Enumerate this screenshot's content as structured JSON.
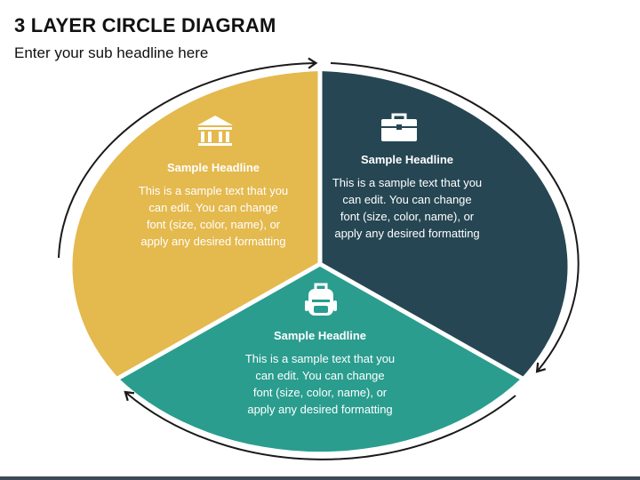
{
  "header": {
    "title": "3 LAYER CIRCLE DIAGRAM",
    "subtitle": "Enter your sub headline here"
  },
  "segments": [
    {
      "headline": "Sample Headline",
      "body": "This is a sample text that you can edit. You can change font (size, color, name), or apply any desired formatting",
      "color": "#e4b94e",
      "icon": "bank-icon"
    },
    {
      "headline": "Sample Headline",
      "body": "This is a sample text that you can edit. You can change font (size, color, name), or apply any desired formatting",
      "color": "#264653",
      "icon": "briefcase-icon"
    },
    {
      "headline": "Sample Headline",
      "body": "This is a sample text that you can edit. You can change font (size, color, name), or apply any desired formatting",
      "color": "#2a9d8f",
      "icon": "backpack-icon"
    }
  ],
  "colors": {
    "arrow": "#1a1a1a",
    "footer_bar": "#3d4a57"
  }
}
